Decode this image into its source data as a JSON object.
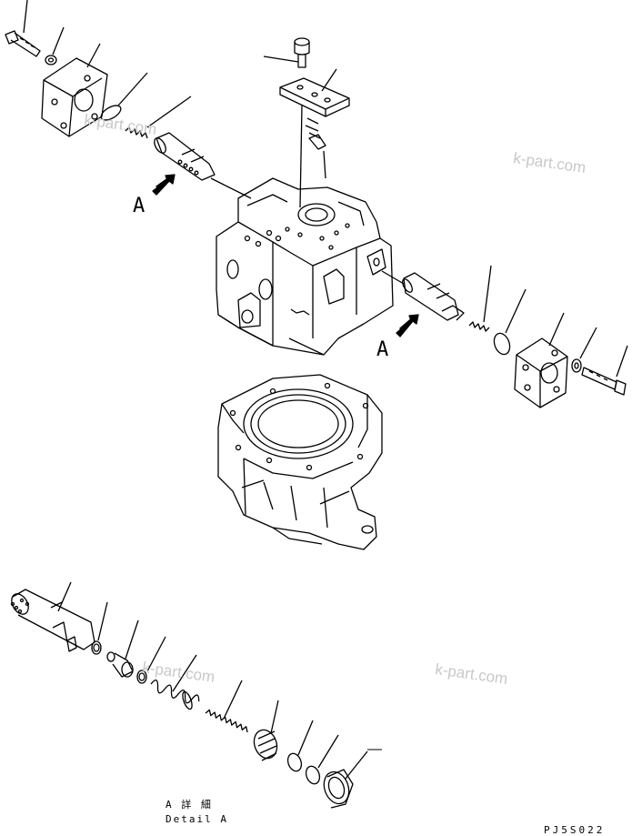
{
  "callouts": {
    "upper_left": "A",
    "right": "A"
  },
  "watermarks": [
    "k-part.com",
    "k-part.com",
    "k-part.com",
    "k-part.com"
  ],
  "detail_caption": {
    "japanese": "A 詳 細",
    "english": "Detail A"
  },
  "drawing_code": "PJ5S022",
  "colors": {
    "line": "#000000",
    "watermark": "#c8c8c8",
    "background": "#ffffff"
  }
}
